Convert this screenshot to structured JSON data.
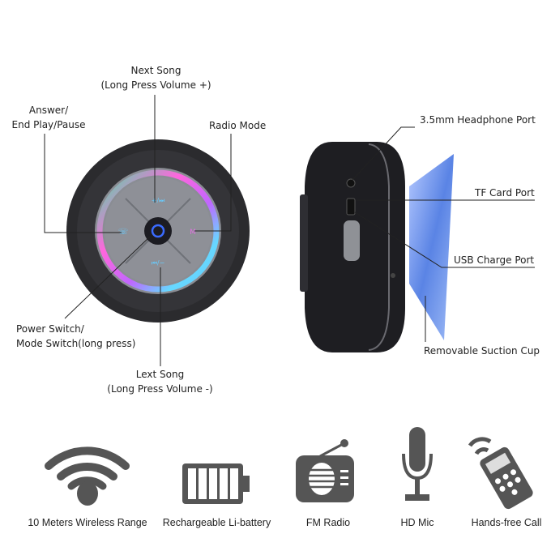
{
  "callouts": {
    "next_song": [
      "Next Song",
      "(Long Press Volume +)"
    ],
    "answer": [
      "Answer/",
      "End Play/Pause"
    ],
    "radio_mode": "Radio Mode",
    "power": [
      "Power Switch/",
      "Mode Switch(long press)"
    ],
    "lext_song": [
      "Lext Song",
      "(Long Press Volume -)"
    ],
    "headphone_port": "3.5mm Headphone Port",
    "tf_card_port": "TF Card Port",
    "usb_port": "USB Charge Port",
    "suction_cup": "Removable Suction Cup"
  },
  "button_glyphs": {
    "top": "+/⏭",
    "left": "☏",
    "right": "M",
    "bottom": "⏮/−"
  },
  "features": [
    {
      "icon": "wifi-icon",
      "label": "10 Meters Wireless Range"
    },
    {
      "icon": "battery-icon",
      "label": "Rechargeable Li-battery"
    },
    {
      "icon": "radio-icon",
      "label": "FM Radio"
    },
    {
      "icon": "microphone-icon",
      "label": "HD Mic"
    },
    {
      "icon": "phone-icon",
      "label": "Hands-free Call"
    }
  ],
  "colors": {
    "icon": "#555555",
    "speaker": "#2b2b2e",
    "cup": "#5a7fe0"
  }
}
